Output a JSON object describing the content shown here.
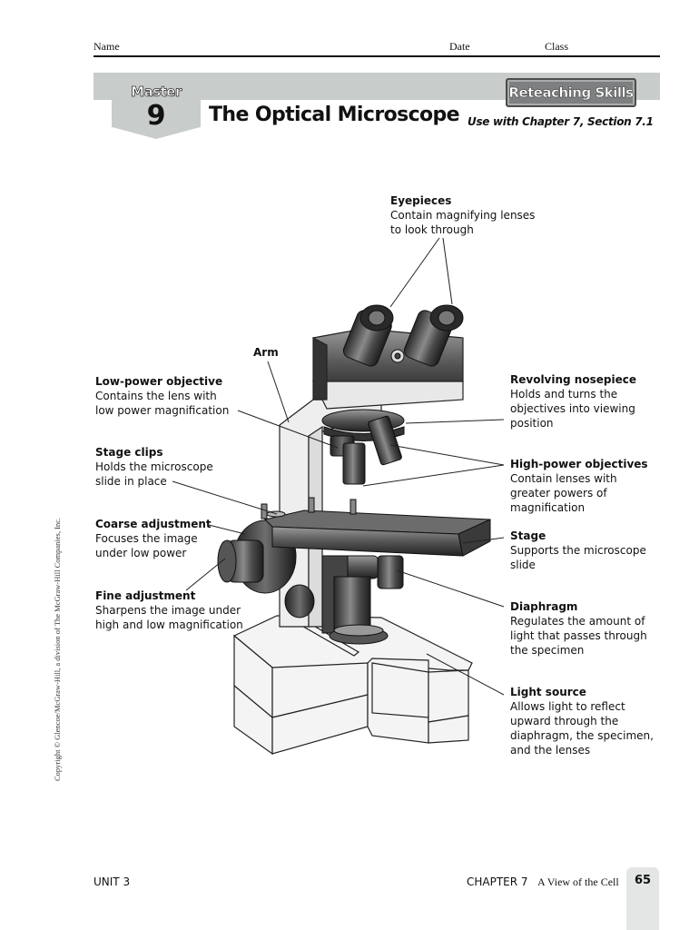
{
  "header": {
    "name_label": "Name",
    "date_label": "Date",
    "class_label": "Class"
  },
  "banner": {
    "master_word": "Master",
    "master_number": "9",
    "title": "The Optical Microscope",
    "badge": "Reteaching Skills",
    "use_with": "Use with Chapter 7, Section 7.1"
  },
  "labels": {
    "eyepieces": {
      "title": "Eyepieces",
      "desc": "Contain magnifying lenses\nto look through"
    },
    "arm": {
      "title": "Arm"
    },
    "low_power_objective": {
      "title": "Low-power objective",
      "desc": "Contains the lens with\nlow power magnification"
    },
    "stage_clips": {
      "title": "Stage clips",
      "desc": "Holds the microscope\nslide in place"
    },
    "coarse_adjustment": {
      "title": "Coarse adjustment",
      "desc": "Focuses the image\nunder low power"
    },
    "fine_adjustment": {
      "title": "Fine adjustment",
      "desc": "Sharpens the image under\nhigh and low magnification"
    },
    "revolving_nosepiece": {
      "title": "Revolving nosepiece",
      "desc": "Holds and turns the\nobjectives into viewing\nposition"
    },
    "high_power_objectives": {
      "title": "High-power objectives",
      "desc": "Contain lenses with\ngreater powers of\nmagnification"
    },
    "stage": {
      "title": "Stage",
      "desc": "Supports the microscope\nslide"
    },
    "diaphragm": {
      "title": "Diaphragm",
      "desc": "Regulates the amount of\nlight that passes through\nthe specimen"
    },
    "light_source": {
      "title": "Light source",
      "desc": "Allows light to reflect\nupward through the\ndiaphragm, the specimen,\nand the lenses"
    }
  },
  "copyright": "Copyright © Glencoe/McGraw-Hill, a division of The McGraw-Hill Companies, Inc.",
  "footer": {
    "unit": "UNIT 3",
    "chapter": "CHAPTER 7",
    "chapter_title": "A View of the Cell",
    "page_number": "65"
  }
}
